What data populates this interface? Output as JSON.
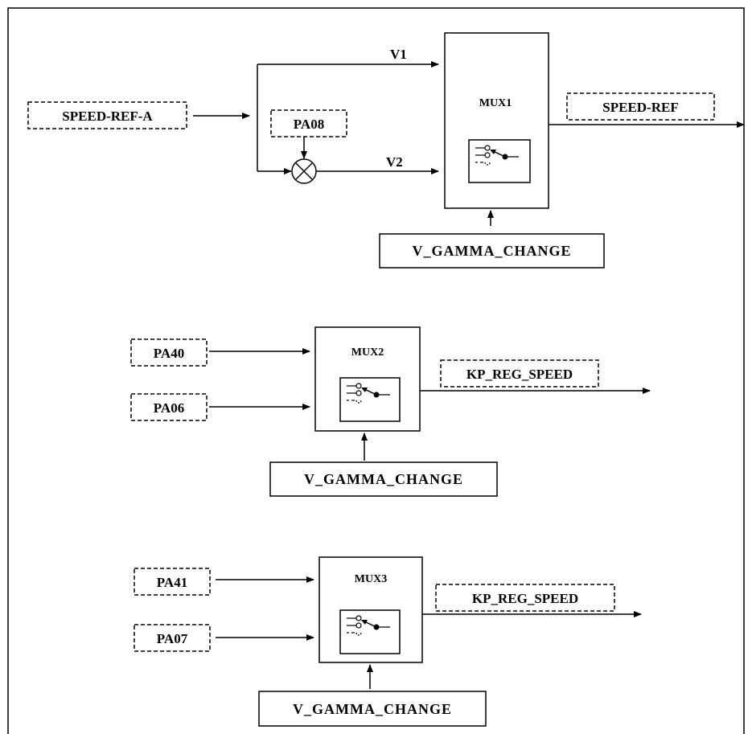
{
  "mux1": {
    "title": "MUX1",
    "input_source": "SPEED-REF-A",
    "gain": "PA08",
    "input_1": "V1",
    "input_2": "V2",
    "output": "SPEED-REF",
    "select": "V_GAMMA_CHANGE"
  },
  "mux2": {
    "title": "MUX2",
    "input_1": "PA40",
    "input_2": "PA06",
    "output": "KP_REG_SPEED",
    "select": "V_GAMMA_CHANGE"
  },
  "mux3": {
    "title": "MUX3",
    "input_1": "PA41",
    "input_2": "PA07",
    "output": "KP_REG_SPEED",
    "select": "V_GAMMA_CHANGE"
  },
  "icons": {
    "switch": "multiplexer-switch-icon",
    "multiplier": "multiplier-icon",
    "arrow": "arrowhead"
  },
  "colors": {
    "stroke": "#000000",
    "background": "#ffffff"
  }
}
